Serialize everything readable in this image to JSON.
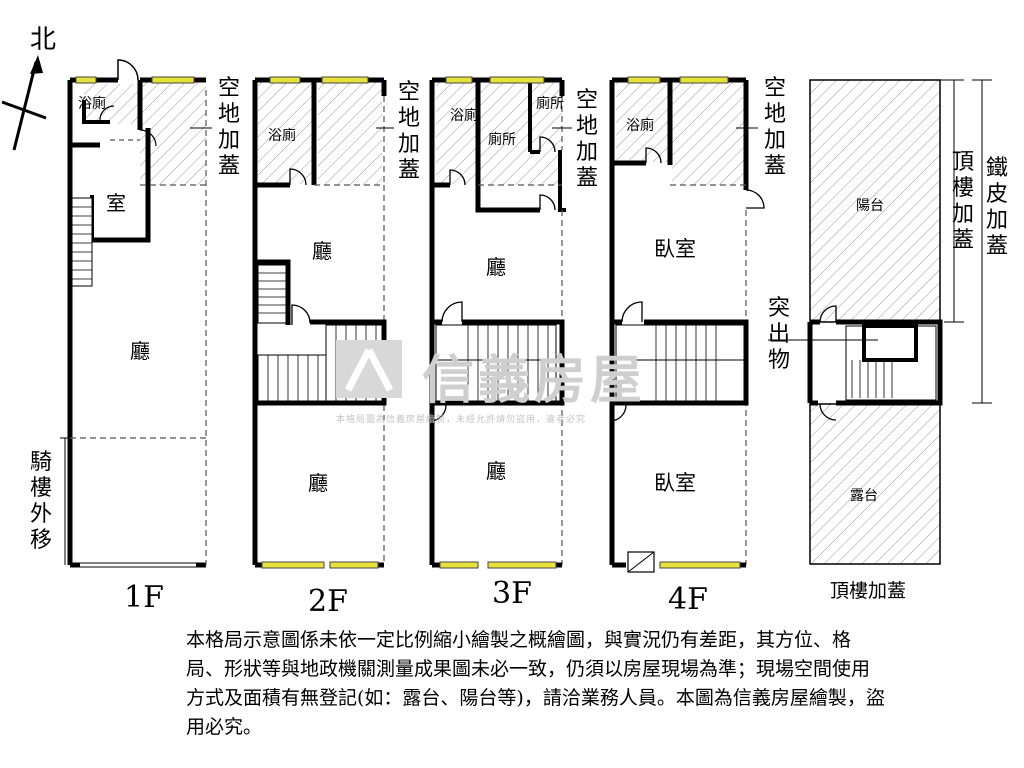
{
  "compass": {
    "north_label": "北"
  },
  "annotations": {
    "kongdi_jiagai": "空地加蓋",
    "qilou_waiyi": "騎樓外移",
    "dinglou_jiagai_side": "頂樓加蓋",
    "tiepi_jiagai": "鐵皮加蓋",
    "tuchuwu": "突出物"
  },
  "floors": [
    {
      "label": "1F",
      "rooms": {
        "bath": "浴廁",
        "room": "室",
        "hall": "廳"
      }
    },
    {
      "label": "2F",
      "rooms": {
        "bath": "浴廁",
        "hall_upper": "廳",
        "hall_lower": "廳"
      }
    },
    {
      "label": "3F",
      "rooms": {
        "bath": "浴廁",
        "toilet1": "廁所",
        "toilet2": "廁所",
        "hall_upper": "廳",
        "hall_lower": "廳"
      }
    },
    {
      "label": "4F",
      "rooms": {
        "bath": "浴廁",
        "bedroom_upper": "臥室",
        "bedroom_lower": "臥室"
      }
    },
    {
      "label": "頂樓加蓋",
      "rooms": {
        "balcony": "陽台",
        "terrace": "露台"
      }
    }
  ],
  "watermark": {
    "brand": "信義房屋",
    "notice": "本格局圖為信義房屋繪製，未經允許請勿盜用，違者必究"
  },
  "disclaimer": "本格局示意圖係未依一定比例縮小繪製之概繪圖，與實況仍有差距，其方位、格局、形狀等與地政機關測量成果圖未必一致，仍須以房屋現場為準；現場空間使用方式及面積有無登記(如：露台、陽台等)，請洽業務人員。本圖為信義房屋繪製，盜用必究。"
}
